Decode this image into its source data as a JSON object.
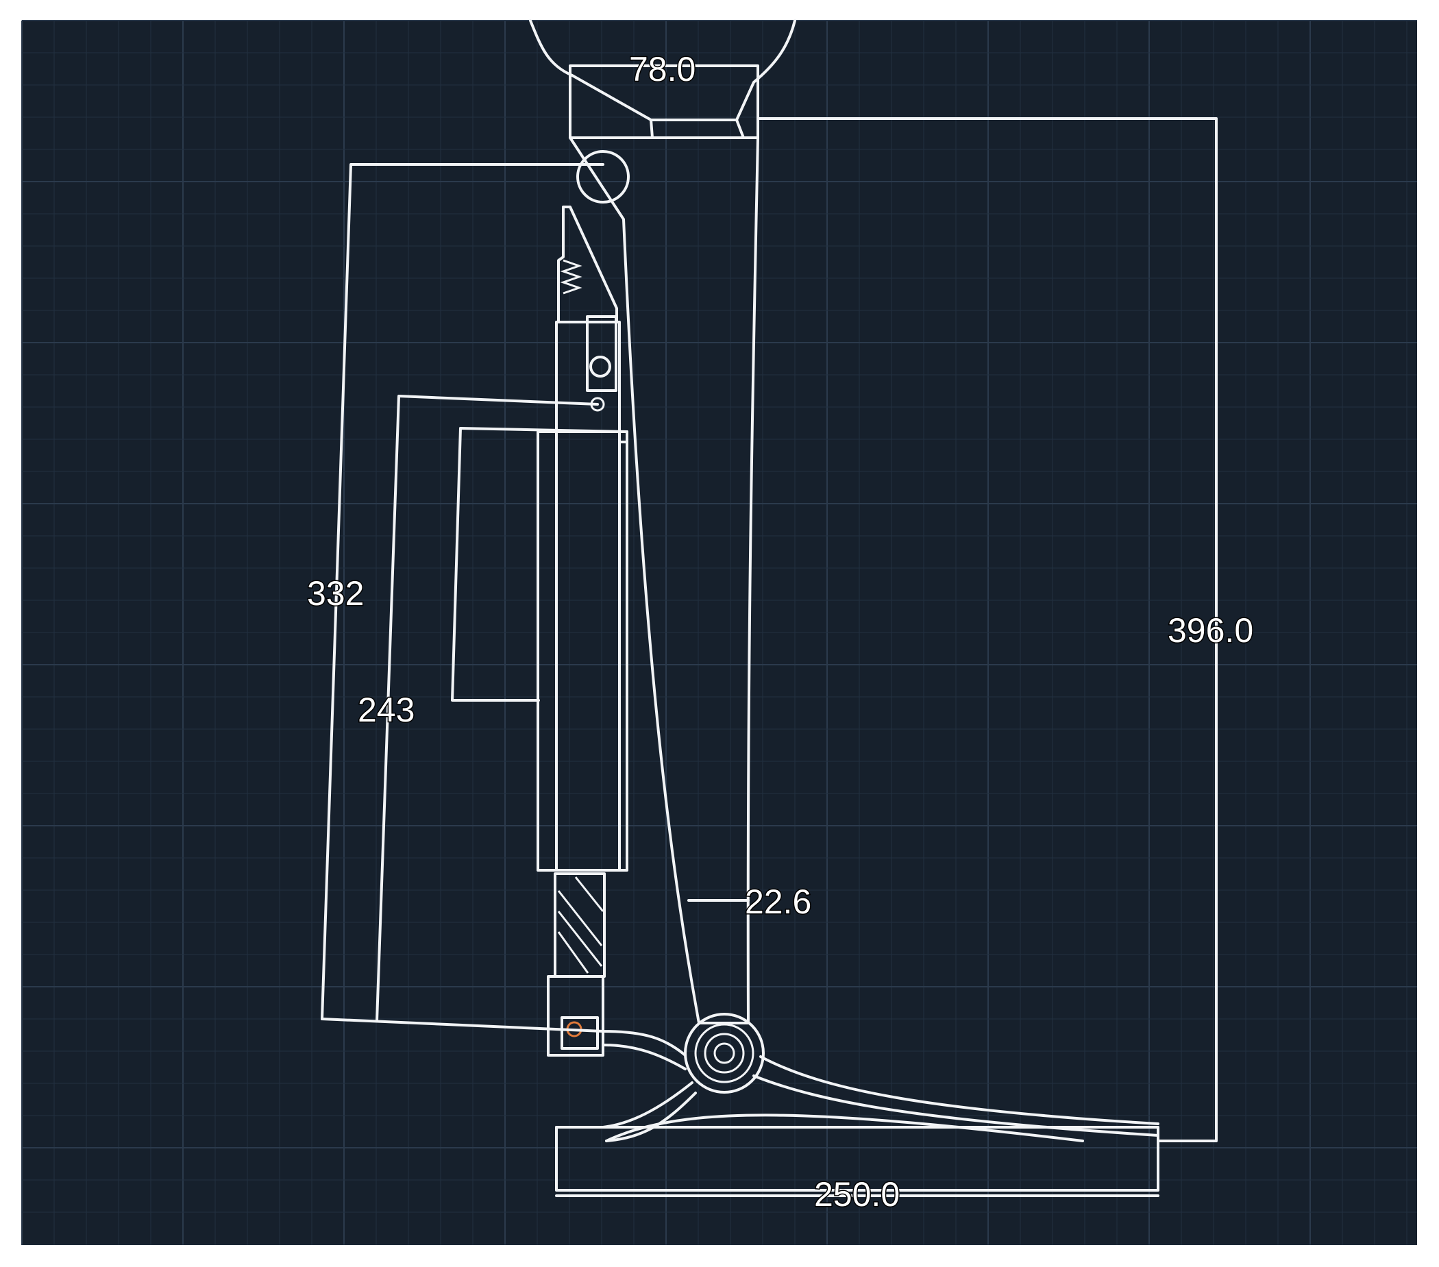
{
  "colors": {
    "background": "#16202c",
    "grid_minor": "#223040",
    "grid_major": "#2b3a4c",
    "line": "#f2f4f6",
    "marker": "#e07a3a"
  },
  "dimensions": {
    "top_width": "78.0",
    "left_outer_height": "332",
    "left_inner_height": "243",
    "right_height": "396.0",
    "shank_width": "22.6",
    "base_width": "250.0"
  }
}
